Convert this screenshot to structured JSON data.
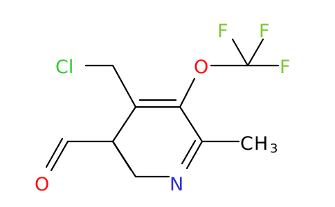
{
  "molecule": {
    "atoms": {
      "chlorine": "Cl",
      "ether_oxygen": "O",
      "fluorine_1": "F",
      "fluorine_2": "F",
      "fluorine_3": "F",
      "methyl_c": "C",
      "methyl_h": "H",
      "methyl_subscript": "3",
      "ring_nitrogen": "N",
      "aldehyde_oxygen": "O"
    },
    "colors": {
      "bond": "#000000",
      "chlorine": "#33cc33",
      "oxygen": "#ff0d0d",
      "fluorine": "#7ec832",
      "nitrogen": "#2a2fd6",
      "carbon": "#000000"
    }
  }
}
